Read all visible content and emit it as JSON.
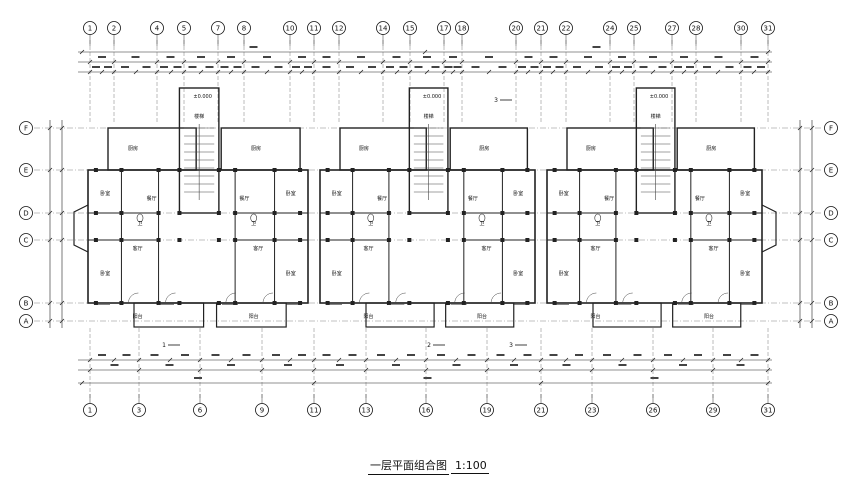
{
  "axes": {
    "top": [
      "1",
      "2",
      "4",
      "5",
      "7",
      "8",
      "10",
      "11",
      "12",
      "14",
      "15",
      "17",
      "18",
      "20",
      "21",
      "22",
      "24",
      "25",
      "27",
      "28",
      "30",
      "31"
    ],
    "bottom": [
      "1",
      "3",
      "6",
      "9",
      "11",
      "13",
      "16",
      "19",
      "21",
      "23",
      "26",
      "29",
      "31"
    ],
    "rows": [
      "F",
      "E",
      "D",
      "C",
      "B",
      "A"
    ]
  },
  "section_marks": [
    "1",
    "2",
    "3",
    "3"
  ],
  "rooms": {
    "bedroom": "卧室",
    "living": "客厅",
    "dining": "餐厅",
    "kitchen": "厨房",
    "bath": "卫",
    "balcony": "阳台",
    "stair": "楼梯"
  },
  "elevation_mark": "±0.000",
  "caption": {
    "title": "一层平面组合图",
    "scale": "1:100"
  }
}
